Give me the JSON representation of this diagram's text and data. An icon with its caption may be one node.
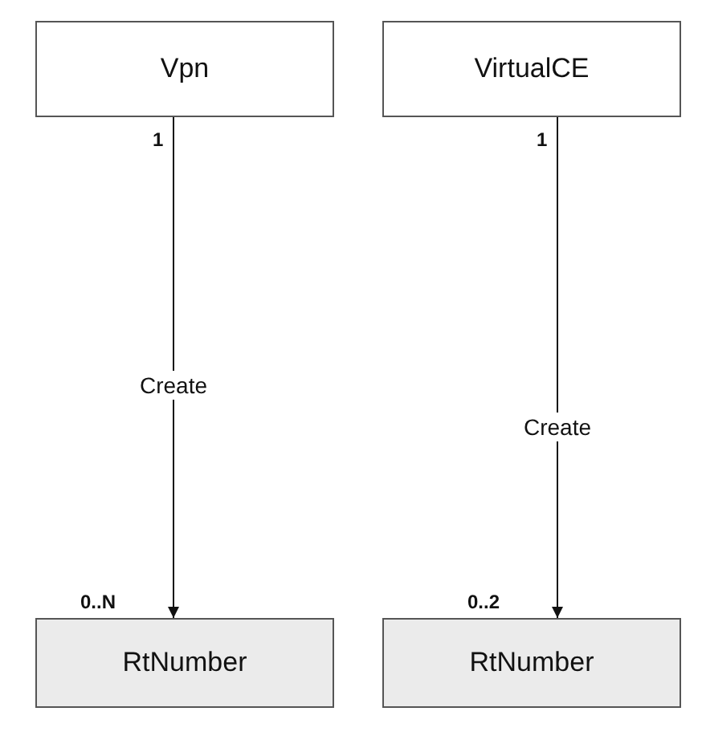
{
  "diagram": {
    "nodes": [
      {
        "text": [
          "Vpn"
        ]
      },
      {
        "text": [
          "VirtualCE"
        ]
      },
      {
        "text": [
          "RtNumber"
        ]
      },
      {
        "text": [
          "RtNumber"
        ]
      }
    ],
    "edges": [
      {
        "from": 0,
        "to": 2,
        "arrow": "to",
        "label": "Create"
      },
      {
        "from": 1,
        "to": 3,
        "arrow": "to",
        "label": "Create"
      }
    ],
    "labels": [
      "1",
      "1",
      "0..N",
      "0..2"
    ]
  }
}
